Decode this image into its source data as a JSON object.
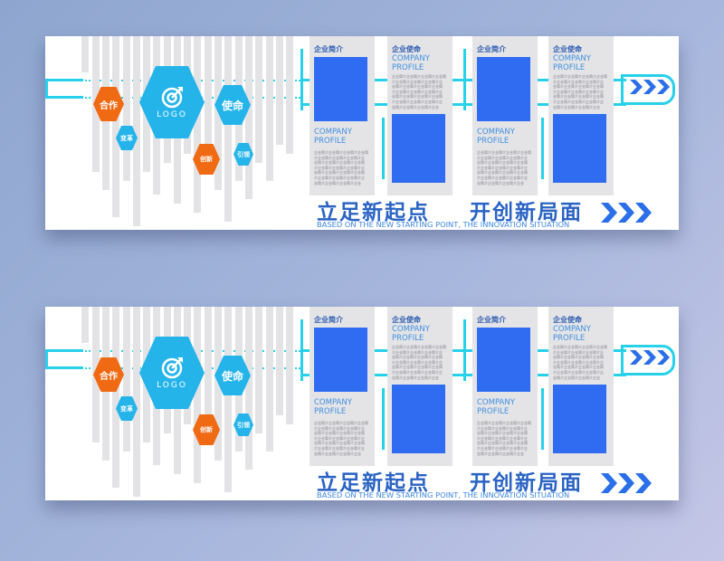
{
  "board": {
    "hexagons": {
      "logo": "LOGO",
      "cooperation": "合作",
      "reform": "变革",
      "mission": "使命",
      "innovation": "创新",
      "lead": "引领"
    },
    "panels": [
      {
        "title": "企业简介",
        "english": "COMPANY\nPROFILE"
      },
      {
        "title": "企业使命",
        "english": "COMPANY\nPROFILE"
      },
      {
        "title": "企业简介",
        "english": "COMPANY\nPROFILE"
      },
      {
        "title": "企业使命",
        "english": "COMPANY\nPROFILE"
      }
    ],
    "body_text": "企业简介企业简介企业简介企业简\n介企业简介企业简介企业简介企\n业简介企业简介企业简介企业简\n介企业简介企业简介企业简介企\n业简介企业简介企业简介企业简\n介企业简介企业简介企业简介企\n业简介企业简介企业简介企业",
    "slogan_left": "立足新起点",
    "slogan_right": "开创新局面",
    "subtitle": "BASED ON THE NEW STARTING POINT, THE INNOVATION SITUATION"
  },
  "colors": {
    "accent_cyan": "#27d1ea",
    "brand_blue": "#2f6cf2",
    "hex_orange": "#f06a13",
    "hex_blue": "#25b4ea",
    "bar_gray": "#e3e3e6"
  },
  "icons": {
    "logo": "target-icon",
    "arrows": "chevron-right-icon"
  }
}
